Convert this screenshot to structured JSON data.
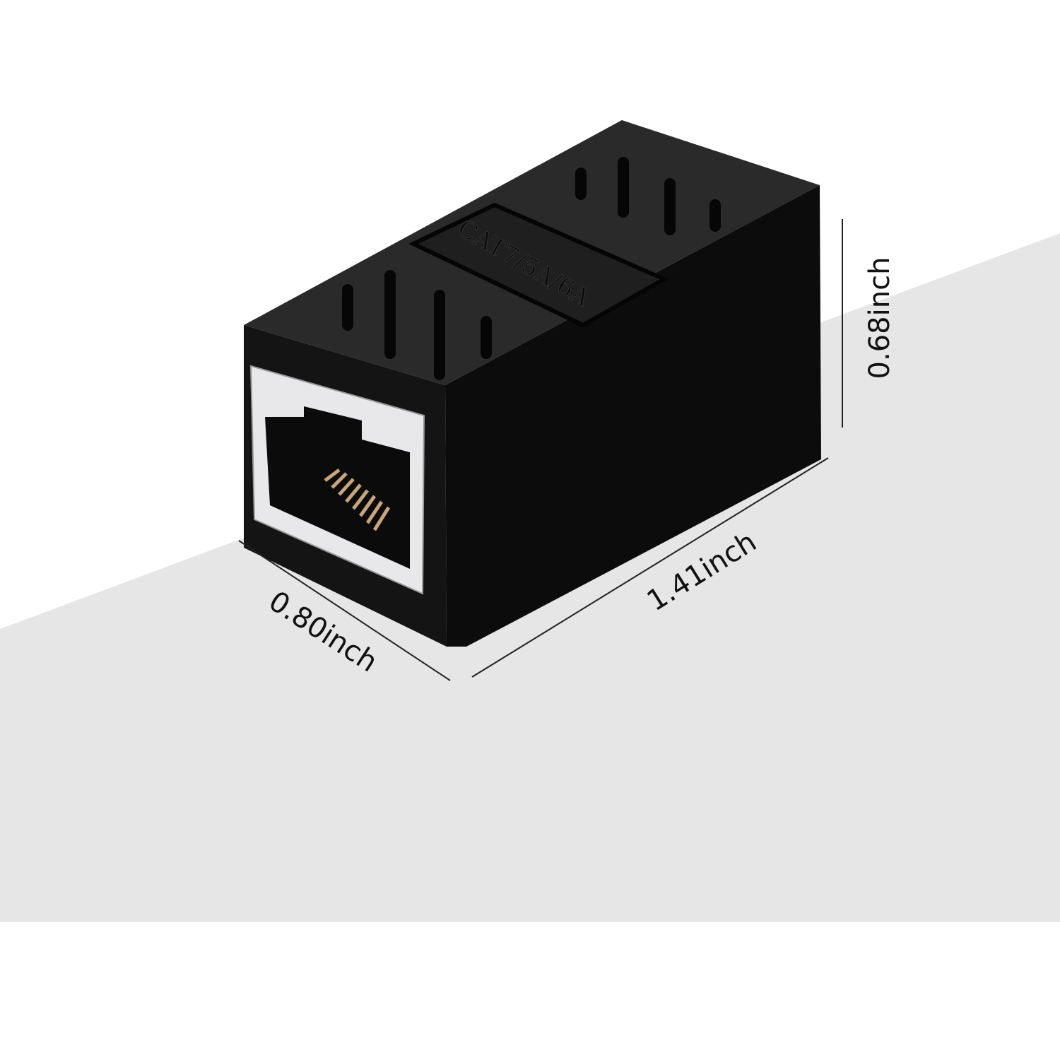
{
  "product": {
    "embossed_label": "CAT7/5A/6A",
    "body_color": "#111111",
    "contact_color": "#c9a57a"
  },
  "dimensions": {
    "height": "0.68inch",
    "length": "1.41inch",
    "width": "0.80inch"
  },
  "background": {
    "floor_color": "#e6e6e6"
  }
}
